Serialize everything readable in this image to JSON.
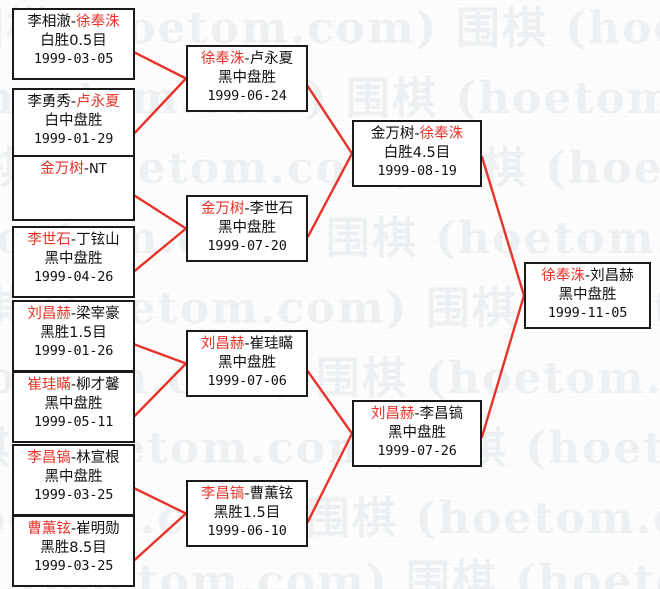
{
  "meta": {
    "title": "1999 Go Tournament Bracket",
    "watermark_text": "围棋 (hoetom.com)",
    "accent_color": "#e8332a",
    "box_border_color": "#1a1a1a",
    "text_color": "#111111",
    "background": "#fdfdfd"
  },
  "rounds": [
    {
      "name": "round-1",
      "matches": [
        {
          "id": "r1m1",
          "winner": "李相澈",
          "loser": "徐奉洙",
          "winner_red": false,
          "loser_red": true,
          "result": "白胜0.5目",
          "date": "1999-03-05"
        },
        {
          "id": "r1m2",
          "winner": "李勇秀",
          "loser": "卢永夏",
          "winner_red": false,
          "loser_red": true,
          "result": "白中盘胜",
          "date": "1999-01-29"
        },
        {
          "id": "r1m3",
          "winner": "金万树",
          "loser": "NT",
          "winner_red": true,
          "loser_red": false,
          "result": "",
          "date": "",
          "bye": true
        },
        {
          "id": "r1m4",
          "winner": "李世石",
          "loser": "丁铉山",
          "winner_red": true,
          "loser_red": false,
          "result": "黑中盘胜",
          "date": "1999-04-26"
        },
        {
          "id": "r1m5",
          "winner": "刘昌赫",
          "loser": "梁宰豪",
          "winner_red": true,
          "loser_red": false,
          "result": "黑胜1.5目",
          "date": "1999-01-26"
        },
        {
          "id": "r1m6",
          "winner": "崔珪瞞",
          "loser": "柳才馨",
          "winner_red": true,
          "loser_red": false,
          "result": "黑中盘胜",
          "date": "1999-05-11"
        },
        {
          "id": "r1m7",
          "winner": "李昌镐",
          "loser": "林宣根",
          "winner_red": true,
          "loser_red": false,
          "result": "黑中盘胜",
          "date": "1999-03-25"
        },
        {
          "id": "r1m8",
          "winner": "曹薫铉",
          "loser": "崔明勋",
          "winner_red": true,
          "loser_red": false,
          "result": "黑胜8.5目",
          "date": "1999-03-25"
        }
      ]
    },
    {
      "name": "round-2",
      "matches": [
        {
          "id": "r2m1",
          "winner": "徐奉洙",
          "loser": "卢永夏",
          "winner_red": true,
          "loser_red": false,
          "result": "黑中盘胜",
          "date": "1999-06-24"
        },
        {
          "id": "r2m2",
          "winner": "金万树",
          "loser": "李世石",
          "winner_red": true,
          "loser_red": false,
          "result": "黑中盘胜",
          "date": "1999-07-20"
        },
        {
          "id": "r2m3",
          "winner": "刘昌赫",
          "loser": "崔珪瞞",
          "winner_red": true,
          "loser_red": false,
          "result": "黑中盘胜",
          "date": "1999-07-06"
        },
        {
          "id": "r2m4",
          "winner": "李昌镐",
          "loser": "曹薫铉",
          "winner_red": true,
          "loser_red": false,
          "result": "黑胜1.5目",
          "date": "1999-06-10"
        }
      ]
    },
    {
      "name": "semifinal",
      "matches": [
        {
          "id": "sf1",
          "winner": "金万树",
          "loser": "徐奉洙",
          "winner_red": false,
          "loser_red": true,
          "result": "白胜4.5目",
          "date": "1999-08-19"
        },
        {
          "id": "sf2",
          "winner": "刘昌赫",
          "loser": "李昌镐",
          "winner_red": true,
          "loser_red": false,
          "result": "黑中盘胜",
          "date": "1999-07-26"
        }
      ]
    },
    {
      "name": "final",
      "matches": [
        {
          "id": "fin",
          "winner": "徐奉洙",
          "loser": "刘昌赫",
          "winner_red": true,
          "loser_red": false,
          "result": "黑中盘胜",
          "date": "1999-11-05"
        }
      ]
    }
  ]
}
